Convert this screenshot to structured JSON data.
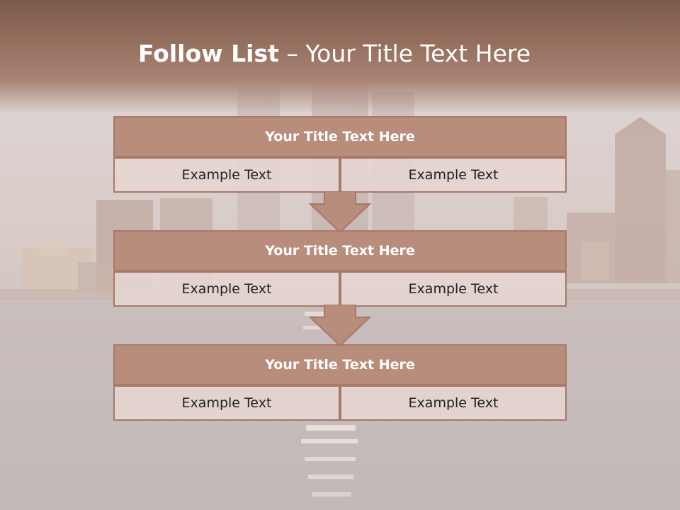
{
  "slide": {
    "title_bold": "Follow List",
    "title_separator": "–",
    "title_rest": "Your Title Text Here"
  },
  "blocks": [
    {
      "title": "Your Title Text Here",
      "cells": [
        "Example Text",
        "Example Text"
      ]
    },
    {
      "title": "Your Title Text Here",
      "cells": [
        "Example Text",
        "Example Text"
      ]
    },
    {
      "title": "Your Title Text Here",
      "cells": [
        "Example Text",
        "Example Text"
      ]
    }
  ],
  "colors": {
    "header_band": "#96705f",
    "block_title_fill": "#b88d7b",
    "block_border": "#a8786a",
    "cell_fill": "#e6d6d2",
    "arrow_fill": "#b88d7b"
  },
  "icons": [
    "down-arrow-icon"
  ]
}
